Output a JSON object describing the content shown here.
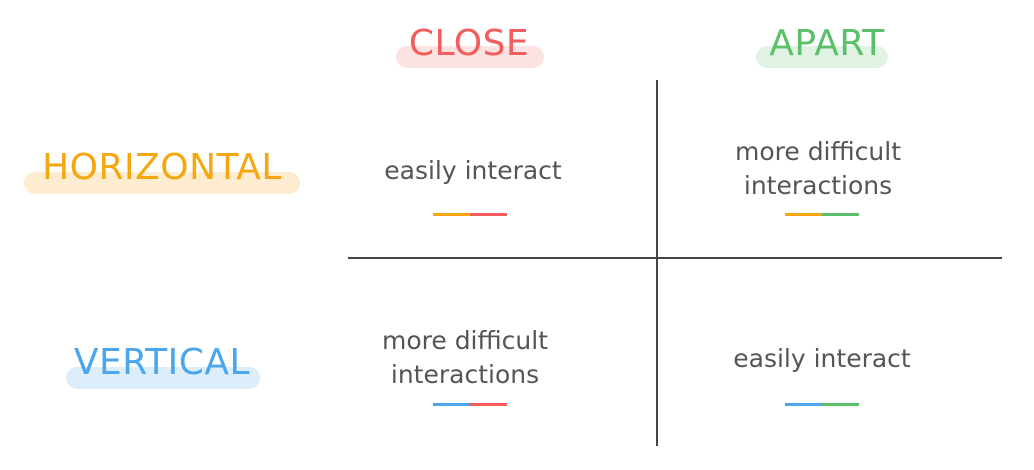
{
  "headers": {
    "columns": [
      {
        "label": "CLOSE",
        "color": "#f35d5d",
        "highlight": "#fde2e2"
      },
      {
        "label": "APART",
        "color": "#5cc06a",
        "highlight": "#e1f3e4"
      }
    ],
    "rows": [
      {
        "label": "HORIZONTAL",
        "color": "#f7a70e",
        "highlight": "#fdecd0"
      },
      {
        "label": "VERTICAL",
        "color": "#4aa6ee",
        "highlight": "#dcedfb"
      }
    ]
  },
  "cells": {
    "horizontal_close": {
      "text": "easily interact",
      "underline": [
        "#f7a70e",
        "#f35d5d"
      ]
    },
    "horizontal_apart": {
      "text": "more difficult\ninteractions",
      "underline": [
        "#f7a70e",
        "#5cc06a"
      ]
    },
    "vertical_close": {
      "text": "more difficult\ninteractions",
      "underline": [
        "#4aa6ee",
        "#f35d5d"
      ]
    },
    "vertical_apart": {
      "text": "easily interact",
      "underline": [
        "#4aa6ee",
        "#5cc06a"
      ]
    }
  }
}
